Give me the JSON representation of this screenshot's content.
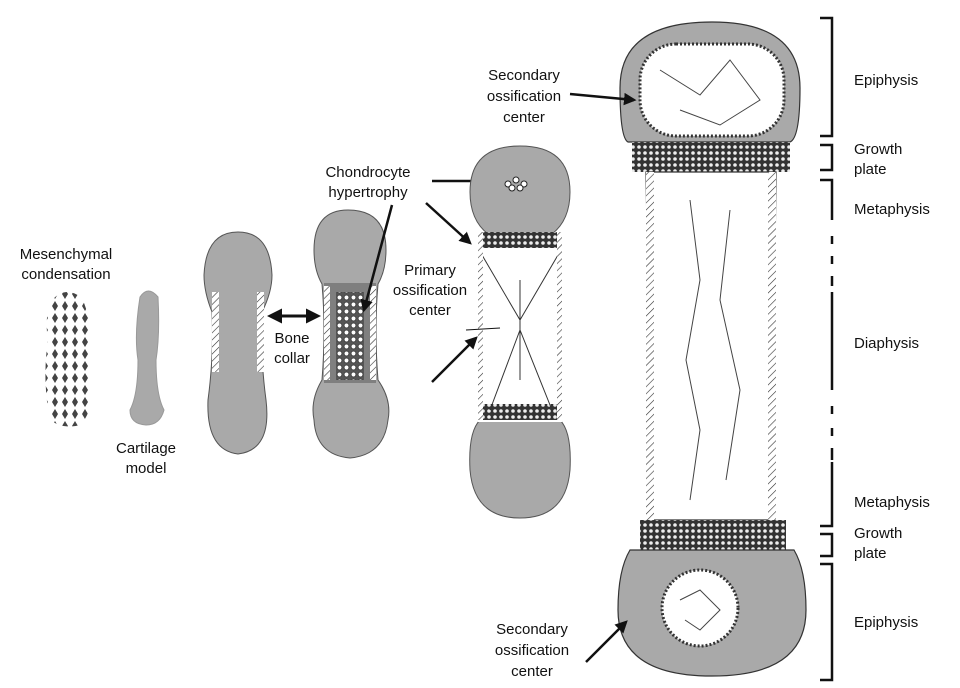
{
  "labels": {
    "mesenchymal": [
      "Mesenchymal",
      "condensation"
    ],
    "cartilage": [
      "Cartilage",
      "model"
    ],
    "bone_collar": [
      "Bone",
      "collar"
    ],
    "chondrocyte": [
      "Chondrocyte",
      "hypertrophy"
    ],
    "primary": [
      "Primary",
      "ossification",
      "center"
    ],
    "secondary_top": [
      "Secondary",
      "ossification",
      "center"
    ],
    "secondary_bottom": [
      "Secondary",
      "ossification",
      "center"
    ]
  },
  "zones": {
    "epiphysis_top": "Epiphysis",
    "growth_plate_top": [
      "Growth",
      "plate"
    ],
    "metaphysis_top": "Metaphysis",
    "diaphysis": "Diaphysis",
    "metaphysis_bottom": "Metaphysis",
    "growth_plate_bottom": [
      "Growth",
      "plate"
    ],
    "epiphysis_bottom": "Epiphysis"
  },
  "colors": {
    "cartilage": "#a9a9a9",
    "dark_cartilage": "#7f7f7f",
    "outline": "#222222",
    "background": "#ffffff"
  }
}
